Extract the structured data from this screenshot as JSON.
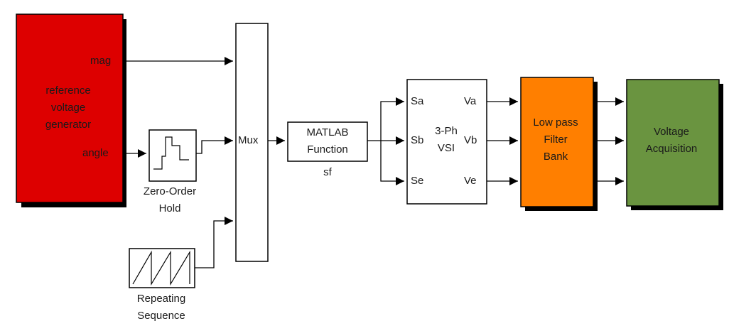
{
  "blocks": {
    "ref_gen": {
      "ports": {
        "mag": "mag",
        "angle": "angle"
      },
      "text": [
        "reference",
        "voltage",
        "generator"
      ],
      "color": "#dd0000"
    },
    "zoh": {
      "caption": [
        "Zero-Order",
        "Hold"
      ]
    },
    "repeating": {
      "caption": [
        "Repeating",
        "Sequence"
      ]
    },
    "mux": {
      "label": "Mux"
    },
    "matlab_fn": {
      "text": [
        "MATLAB",
        "Function"
      ],
      "caption": "sf"
    },
    "vsi": {
      "inputs": [
        "Sa",
        "Sb",
        "Se"
      ],
      "outputs": [
        "Va",
        "Vb",
        "Ve"
      ],
      "text": [
        "3-Ph",
        "VSI"
      ]
    },
    "lpf": {
      "text": [
        "Low pass",
        "Filter",
        "Bank"
      ],
      "color": "#ff7f00"
    },
    "acq": {
      "text": [
        "Voltage",
        "Acquisition"
      ],
      "color": "#6a9440"
    }
  }
}
